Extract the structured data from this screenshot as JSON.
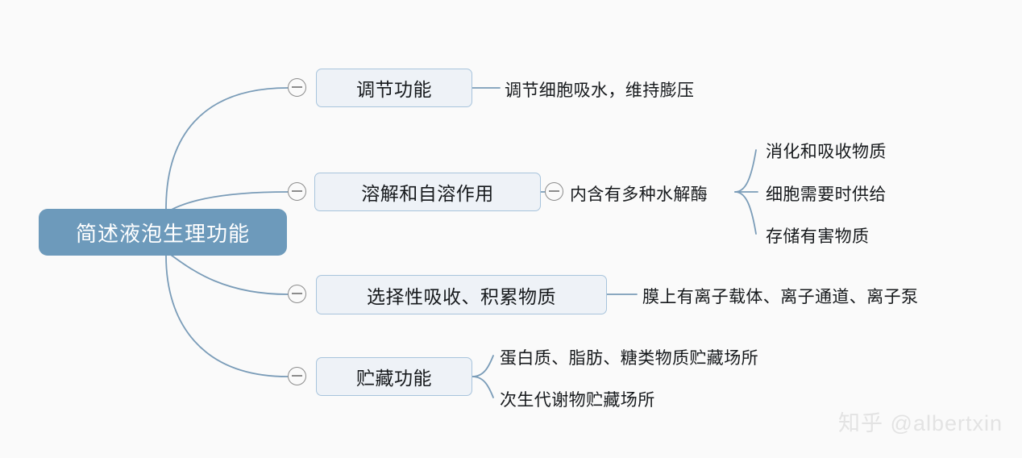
{
  "background": "#fafafa",
  "colors": {
    "root_fill": "#6d9abb",
    "root_text": "#ffffff",
    "node_fill": "#eef2f7",
    "node_border": "#a8c4dc",
    "connector": "#7a9cb8",
    "toggle_stroke": "#8c8c8c",
    "text": "#16191c",
    "watermark": "#e3e3e3"
  },
  "root": {
    "label": "简述液泡生理功能"
  },
  "branches": [
    {
      "label": "调节功能",
      "toggle": "collapse-toggle-minus",
      "children": [
        {
          "label": "调节细胞吸水，维持膨压"
        }
      ]
    },
    {
      "label": "溶解和自溶作用",
      "toggle": "collapse-toggle-minus",
      "children": [
        {
          "label": "内含有多种水解酶",
          "toggle": "collapse-toggle-minus",
          "children": [
            {
              "label": "消化和吸收物质"
            },
            {
              "label": "细胞需要时供给"
            },
            {
              "label": "存储有害物质"
            }
          ]
        }
      ]
    },
    {
      "label": "选择性吸收、积累物质",
      "toggle": "collapse-toggle-minus",
      "children": [
        {
          "label": "膜上有离子载体、离子通道、离子泵"
        }
      ]
    },
    {
      "label": "贮藏功能",
      "toggle": "collapse-toggle-minus",
      "children": [
        {
          "label": "蛋白质、脂肪、糖类物质贮藏场所"
        },
        {
          "label": "次生代谢物贮藏场所"
        }
      ]
    }
  ],
  "watermark": {
    "text": "知乎 @albertxin"
  }
}
